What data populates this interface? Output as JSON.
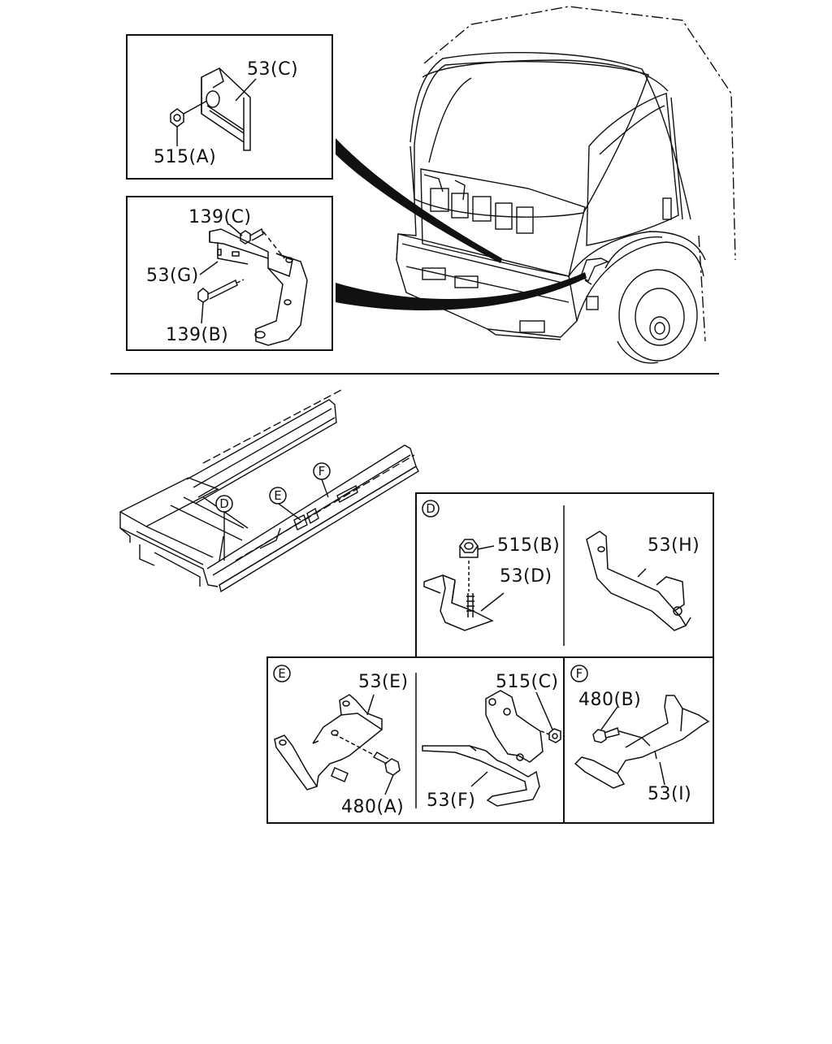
{
  "colors": {
    "line": "#111111",
    "background": "#ffffff"
  },
  "labels": {
    "c53_c": "53(C)",
    "c515_a": "515(A)",
    "c139_c": "139(C)",
    "c53_g": "53(G)",
    "c139_b": "139(B)",
    "c515_b": "515(B)",
    "c53_d": "53(D)",
    "c53_h": "53(H)",
    "c53_e": "53(E)",
    "c515_c": "515(C)",
    "c53_f": "53(F)",
    "c480_a": "480(A)",
    "c480_b": "480(B)",
    "c53_i": "53(I)"
  },
  "markers": {
    "d": "D",
    "e": "E",
    "f": "F"
  }
}
